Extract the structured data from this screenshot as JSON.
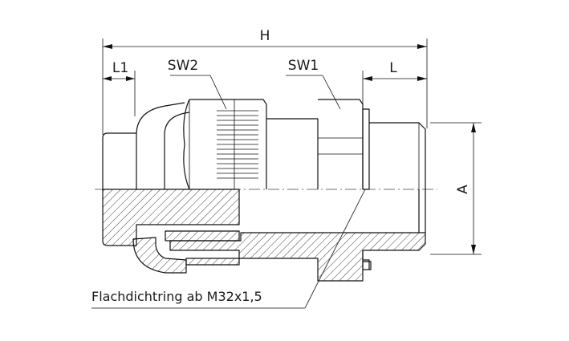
{
  "labels": {
    "H": "H",
    "L1": "L1",
    "SW2": "SW2",
    "SW1": "SW1",
    "L": "L",
    "A": "A"
  },
  "note": "Flachdichtring ab M32x1,5",
  "colors": {
    "line": "#111111",
    "background": "#ffffff"
  }
}
